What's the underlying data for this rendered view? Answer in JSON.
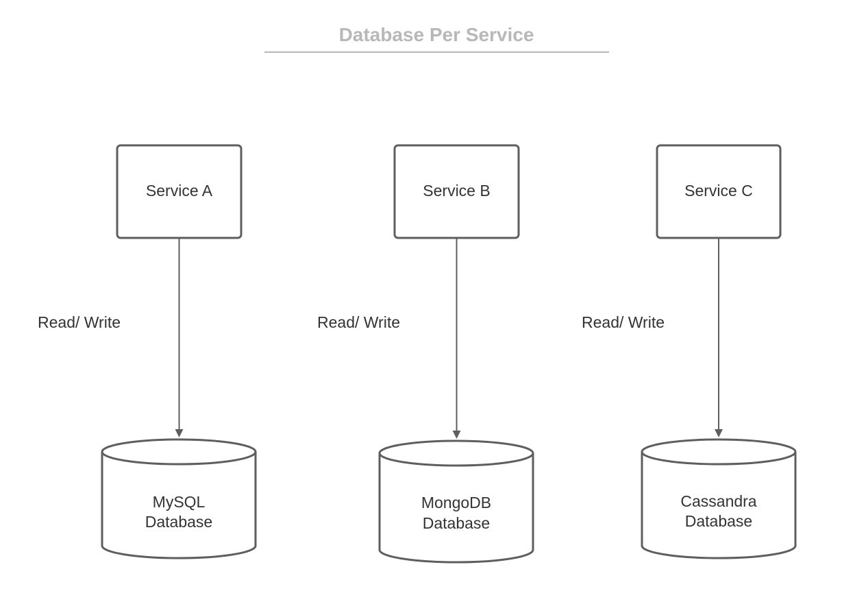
{
  "diagram": {
    "title": "Database Per Service",
    "colors": {
      "stroke": "#5e5e5e",
      "title": "#b8b8b8",
      "title_rule": "#b8b8b8",
      "text": "#333333",
      "fill": "#ffffff"
    },
    "columns": [
      {
        "service": {
          "label": "Service A"
        },
        "edge": {
          "label": "Read/ Write"
        },
        "database": {
          "line1": "MySQL",
          "line2": "Database"
        }
      },
      {
        "service": {
          "label": "Service B"
        },
        "edge": {
          "label": "Read/ Write"
        },
        "database": {
          "line1": "MongoDB",
          "line2": "Database"
        }
      },
      {
        "service": {
          "label": "Service C"
        },
        "edge": {
          "label": "Read/ Write"
        },
        "database": {
          "line1": "Cassandra",
          "line2": "Database"
        }
      }
    ]
  }
}
